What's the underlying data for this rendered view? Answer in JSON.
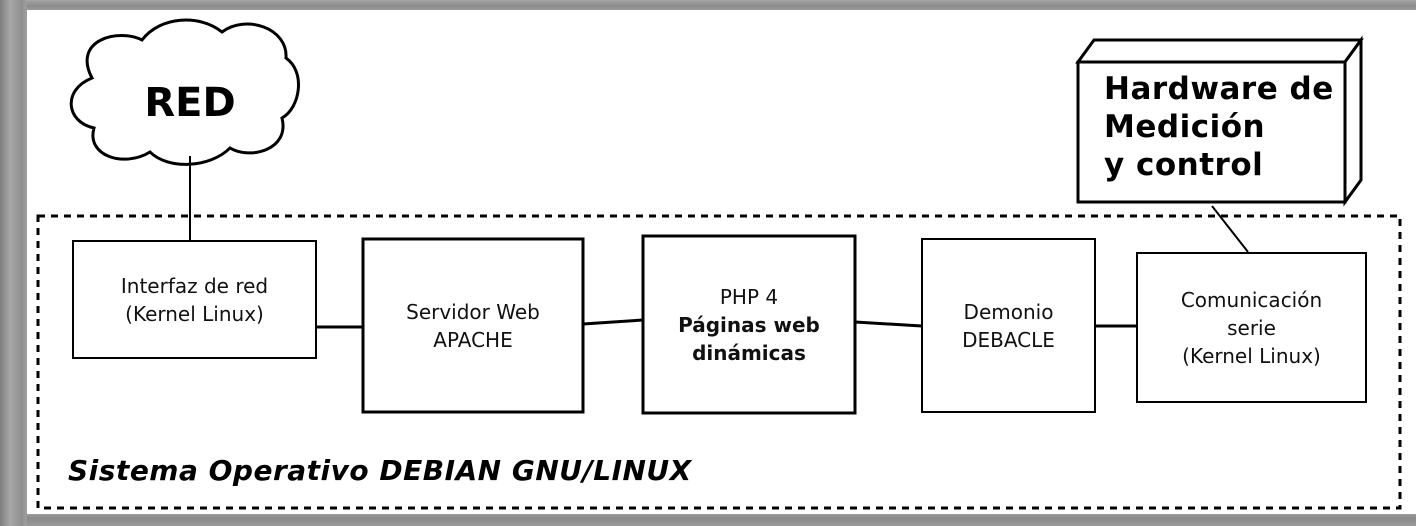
{
  "network": {
    "label": "RED"
  },
  "hardware": {
    "lines": [
      "Hardware de",
      "Medición",
      "y control"
    ]
  },
  "system": {
    "label": "Sistema Operativo DEBIAN GNU/LINUX"
  },
  "boxes": [
    {
      "lines": [
        "Interfaz de red",
        "(Kernel Linux)"
      ]
    },
    {
      "lines": [
        "Servidor Web",
        "APACHE"
      ]
    },
    {
      "lines": [
        "PHP 4",
        "Páginas web",
        "dinámicas"
      ]
    },
    {
      "lines": [
        "Demonio",
        "DEBACLE"
      ]
    },
    {
      "lines": [
        "Comunicación",
        "serie",
        "(Kernel Linux)"
      ]
    }
  ]
}
